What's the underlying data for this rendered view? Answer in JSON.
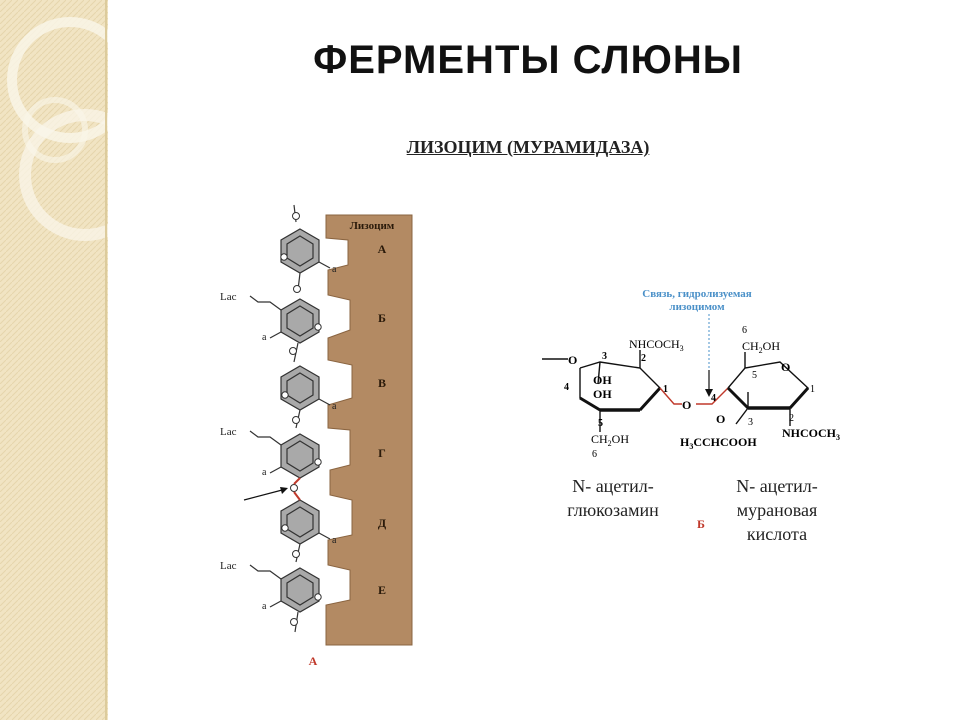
{
  "slide": {
    "title": "ФЕРМЕНТЫ СЛЮНЫ",
    "subtitle": "ЛИЗОЦИМ (МУРАМИДАЗА)"
  },
  "figure_a": {
    "enzyme_label": "Лизоцим",
    "sites": [
      "А",
      "Б",
      "В",
      "Г",
      "Д",
      "Е"
    ],
    "lac_label": "Lac",
    "a_label": "a",
    "panel_label": "А"
  },
  "figure_b": {
    "bond_note_line1": "Связь, гидролизуемая",
    "bond_note_line2": "лизоцимом",
    "ring_o": "O",
    "bridge_o": "O",
    "oh1": "OH",
    "oh2": "OH",
    "ch2oh_left": "CH",
    "ch2oh_left_sub": "2",
    "ch2oh_left_tail": "OH",
    "ch2oh_right": "CH",
    "ch2oh_right_sub": "2",
    "ch2oh_right_tail": "OH",
    "nhcoch3_top": "NHCOCH",
    "nhcoch3_top_sub": "3",
    "nhcoch3_bottom": "NHCOCH",
    "nhcoch3_bottom_sub": "3",
    "h3c": "H",
    "h3c_sub": "3",
    "h3c_tail": "CCHCOOH",
    "num_1": "1",
    "num_2": "2",
    "num_3": "3",
    "num_4": "4",
    "num_5": "5",
    "num_6": "6",
    "panel_label": "Б"
  },
  "captions": {
    "left_line1": "N- ацетил-",
    "left_line2": "глюкозамин",
    "right_line1": "N- ацетил-",
    "right_line2": "мурановая",
    "right_line3": "кислота"
  },
  "colors": {
    "enzyme_fill": "#b38a63",
    "ring_fill": "#a9a9a9",
    "bond_red": "#c0392b",
    "note_blue": "#4a90c8",
    "side_bg": "#f2e6c8"
  }
}
